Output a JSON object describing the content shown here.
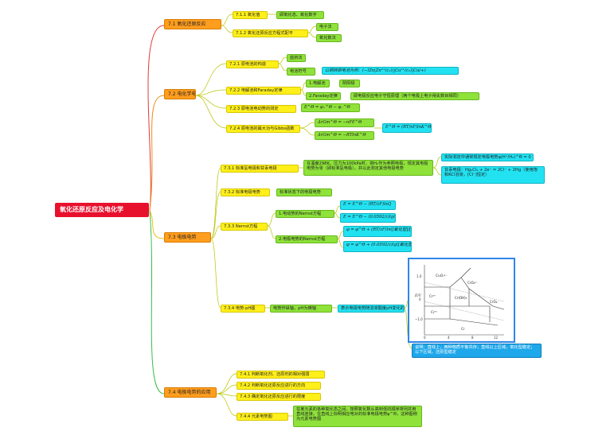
{
  "root": "氧化还原反应及电化学",
  "s1": {
    "title": "7.1 氧化还原反应",
    "c1": "7.1.1 氧化值",
    "c1a": "即氧化态、氧化数字",
    "c2": "7.1.2 氧化还原反应方程式配平",
    "c2a": "电子法",
    "c2b": "氧化数法"
  },
  "s2": {
    "title": "7.2 电化学电池",
    "c1": "7.2.1 原电池的构造",
    "c1a": "盐桥法",
    "c1b": "电池符号",
    "c1b1": "以铜锌原电池为例：(−)Zn|Zn²⁺(c₁)||Cu²⁺(c₂)|Cu(+)",
    "c2": "7.2.2 电解池和Faraday定律",
    "c2a": "1.电解池",
    "c2a1": "阴阳极",
    "c2b": "2.Faraday定律",
    "c2b1": "即电极反应电子守恒原理（两个电极上电子得失数目相同）",
    "c3": "7.2.3 原电池电动势的测定",
    "c3f": "E^Θ = φ₊^Θ − φ₋^Θ",
    "c4": "7.2.4 原电池的最大功与Gibbs函数",
    "c4f1": "ΔrGm^Θ = −nFE^Θ",
    "c4f2": "ΔrGm^Θ = −RTlnK^Θ",
    "c4f3": "E^Θ = (RT/nF)lnK^Θ"
  },
  "s3": {
    "title": "7.3 电极电势",
    "c1": "7.3.1 标准氢电极和甘汞电极",
    "c1a": "在温度298K、压力为100kPa时，将H₂作为参照电极，规定其电极电势为零（即标准氢电极），并以此测定其他电极电势",
    "c1a1": "实际测定中通常规定电极电势φ(H⁺/H₂)^Θ = 0",
    "c1a2": "甘汞电极：Hg₂Cl₂ + 2e⁻ = 2Cl⁻ + 2Hg（使用饱和KCl溶液，[Cl⁻]恒定）",
    "c2": "7.3.2 标准电极电势",
    "c2a": "标准状态下的电极电势",
    "c3": "7.3.3 Nernst方程",
    "c3a": "1.电动势的Nernst方程",
    "c3a1": "E = E^Θ − (RT/zF)lnQ",
    "c3a2": "E = E^Θ − (0.0592/z)lgQ",
    "c3b": "2.电极电势的Nernst方程",
    "c3b1": "φ = φ^Θ + (RT/zF)ln([氧化型]/[还原型])",
    "c3b2": "φ = φ^Θ + (0.0592/z)lg([氧化型]/[还原型])",
    "c4": "7.3.4 电势-pH图",
    "c4a": "电势作纵轴，pH为横轴",
    "c4a1": "表示电极电势随溶液酸度pH变化的图",
    "c4a2": "说明：直线上，两种物质平衡共存；直线以上区域，氧化型稳定；以下区域，还原型稳定",
    "pb": {
      "ylabel": "E/V",
      "yticks": [
        "1.0",
        "0",
        "−1.0"
      ],
      "xticks": [
        "0",
        "4",
        "8",
        "12"
      ],
      "species": [
        "Cr₂O₇²⁻",
        "CrO₄²⁻",
        "Cr³⁺",
        "Cr(OH)₃",
        "CrO₂⁻",
        "Cr²⁺",
        "Cr"
      ]
    }
  },
  "s4": {
    "title": "7.4 电极电势的应用",
    "c1": "7.4.1 判断氧化剂、还原剂的相对强弱",
    "c2": "7.4.2 判断氧化还原反应进行的方向",
    "c3": "7.4.3 确定氧化还原反应进行的限度",
    "c4": "7.4.4 元素电势图",
    "c4a": "在某元素的各种氧化态之间，按照氧化数从高到低的顺序排列并用直线连接，在直线上标明相应电对的标准电极电势φ^Θ，这种图称为元素电势图"
  }
}
